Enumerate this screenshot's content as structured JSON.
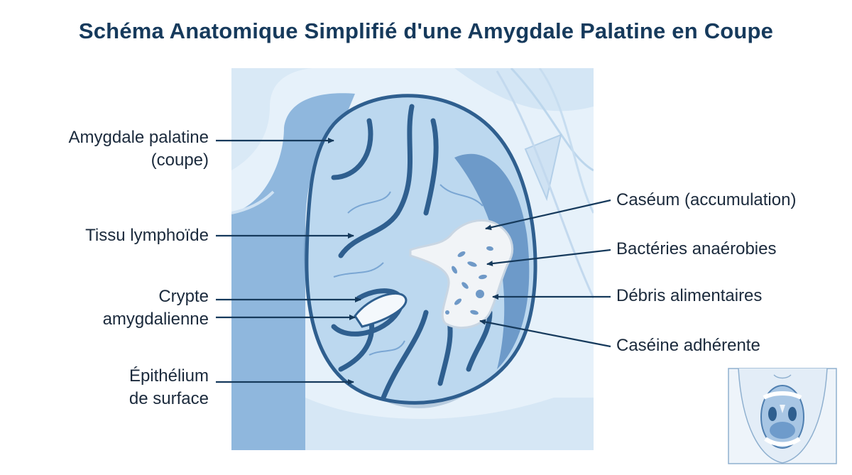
{
  "title": "Schéma Anatomique Simplifié d'une Amygdale Palatine en Coupe",
  "labels_left": {
    "palatine_tonsil": [
      "Amygdale palatine",
      "(coupe)"
    ],
    "lymphoid_tissue": "Tissu lymphoïde",
    "crypt": [
      "Crypte",
      "amygdalienne"
    ],
    "epithelium": [
      "Épithélium",
      "de surface"
    ]
  },
  "labels_right": {
    "caseum": "Caséum (accumulation)",
    "bacteria": "Bactéries anaérobies",
    "food_debris": "Débris alimentaires",
    "casein": "Caséine adhérente"
  },
  "colors": {
    "title": "#163a5c",
    "leader": "#163a5c",
    "tonsil_fill": "#bcd8ef",
    "tonsil_outline": "#2f5f8f",
    "caseum": "#f1f4f7"
  }
}
